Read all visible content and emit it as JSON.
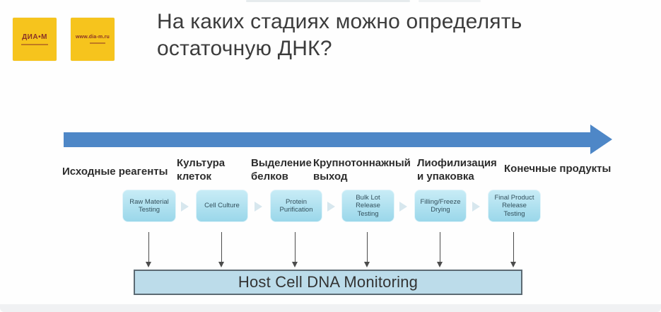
{
  "slide": {
    "title": "На каких стадиях можно определять\nостаточную ДНК?"
  },
  "logos": {
    "primary": {
      "text": "ДИА•М"
    },
    "secondary": {
      "text": "www.dia-m.ru"
    }
  },
  "pipeline": {
    "stages": [
      {
        "label_ru": "Исходные реагенты",
        "box_en": "Raw Material\nTesting"
      },
      {
        "label_ru": "Культура\nклеток",
        "box_en": "Cell Culture"
      },
      {
        "label_ru": "Выделение\nбелков",
        "box_en": "Protein\nPurification"
      },
      {
        "label_ru": "Крупнотоннажный\nвыход",
        "box_en": "Bulk Lot\nRelease\nTesting"
      },
      {
        "label_ru": "Лиофилизация\nи упаковка",
        "box_en": "Filling/Freeze\nDrying"
      },
      {
        "label_ru": "Конечные продукты",
        "box_en": "Final Product\nRelease\nTesting"
      }
    ],
    "monitor_label": "Host Cell DNA Monitoring"
  },
  "colors": {
    "accent_arrow": "#4e87c7",
    "logo_yellow": "#f6c41d",
    "logo_text": "#8a3226",
    "box_fill_top": "#c8ecf6",
    "box_fill_bottom": "#9ad7ea",
    "monitor_fill": "#bcdcea",
    "monitor_border": "#5c6a73"
  }
}
